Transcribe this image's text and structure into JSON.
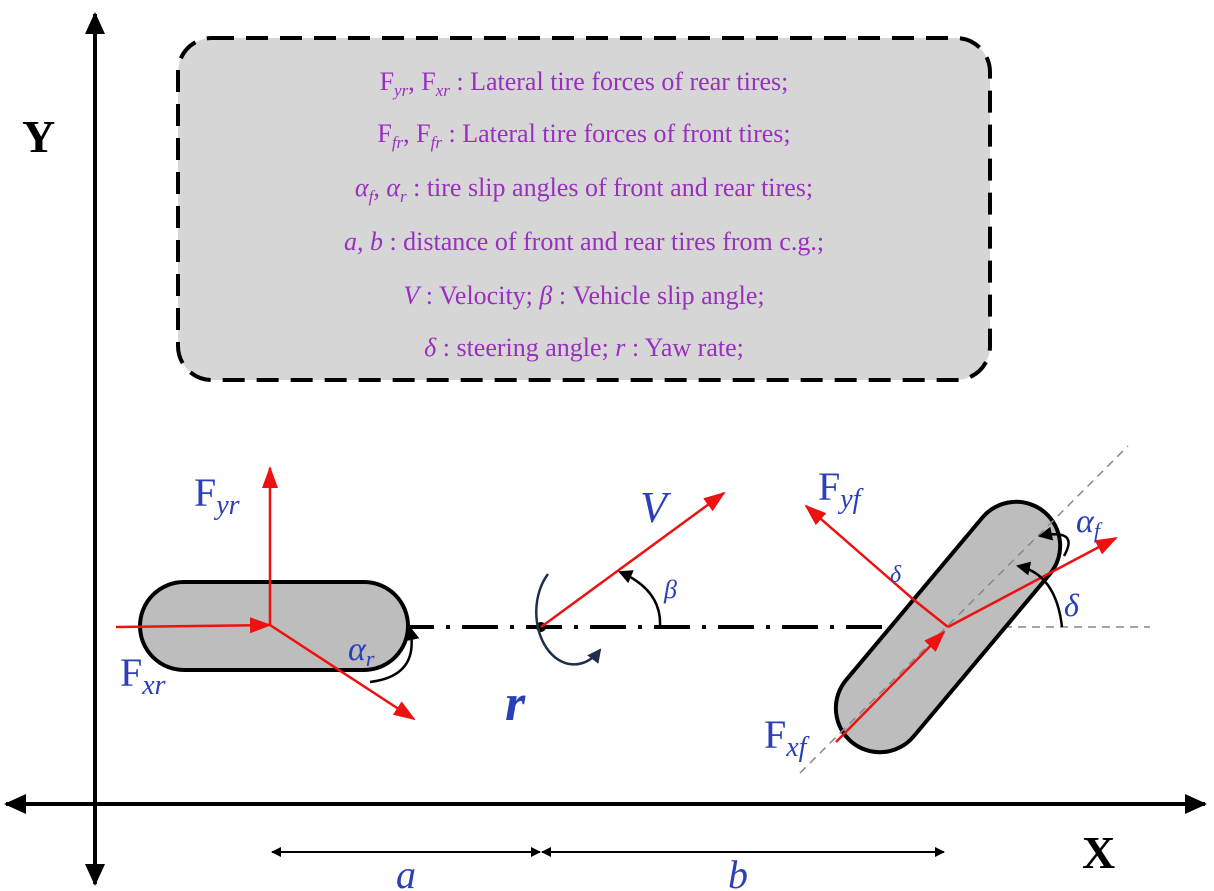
{
  "colors": {
    "legend_text": "#9a2fbf",
    "label": "#2a3fb8",
    "force": "#ee1111",
    "tire_fill": "#bdbdbd",
    "legend_fill": "#d6d6d6",
    "yaw": "#1f2f4a"
  },
  "axes": {
    "x_label": "X",
    "y_label": "Y"
  },
  "legend": {
    "l1_sym": "F",
    "l1_s1": "yr",
    "l1_mid": ", F",
    "l1_s2": "xr",
    "l1_text": " : Lateral tire forces of rear tires;",
    "l2_sym": "F",
    "l2_s1": "fr",
    "l2_mid": ", F",
    "l2_s2": "fr",
    "l2_text": " : Lateral tire forces of front tires;",
    "l3_sym": "α",
    "l3_s1": "f",
    "l3_mid": ", α",
    "l3_s2": "r",
    "l3_text": " : tire slip angles of front and rear tires;",
    "l4_sym": "a, b",
    "l4_text": " : distance of front and rear tires from c.g.;",
    "l5_sym": "V",
    "l5_text1": " :  Velocity;  ",
    "l5_sym2": "β",
    "l5_text2": " : Vehicle slip angle;",
    "l6_sym": "δ",
    "l6_text1": " :  steering angle; ",
    "l6_sym2": "r",
    "l6_text2": " : Yaw rate;"
  },
  "labels": {
    "fyr_main": "F",
    "fyr_sub": "yr",
    "fxr_main": "F",
    "fxr_sub": "xr",
    "alpha_r_main": "α",
    "alpha_r_sub": "r",
    "v": "V",
    "beta": "β",
    "r": "r",
    "fyf_main": "F",
    "fyf_sub": "yf",
    "fxf_main": "F",
    "fxf_sub": "xf",
    "alpha_f_main": "α",
    "alpha_f_sub": "f",
    "delta1": "δ",
    "delta2": "δ",
    "dist_a": "a",
    "dist_b": "b"
  }
}
